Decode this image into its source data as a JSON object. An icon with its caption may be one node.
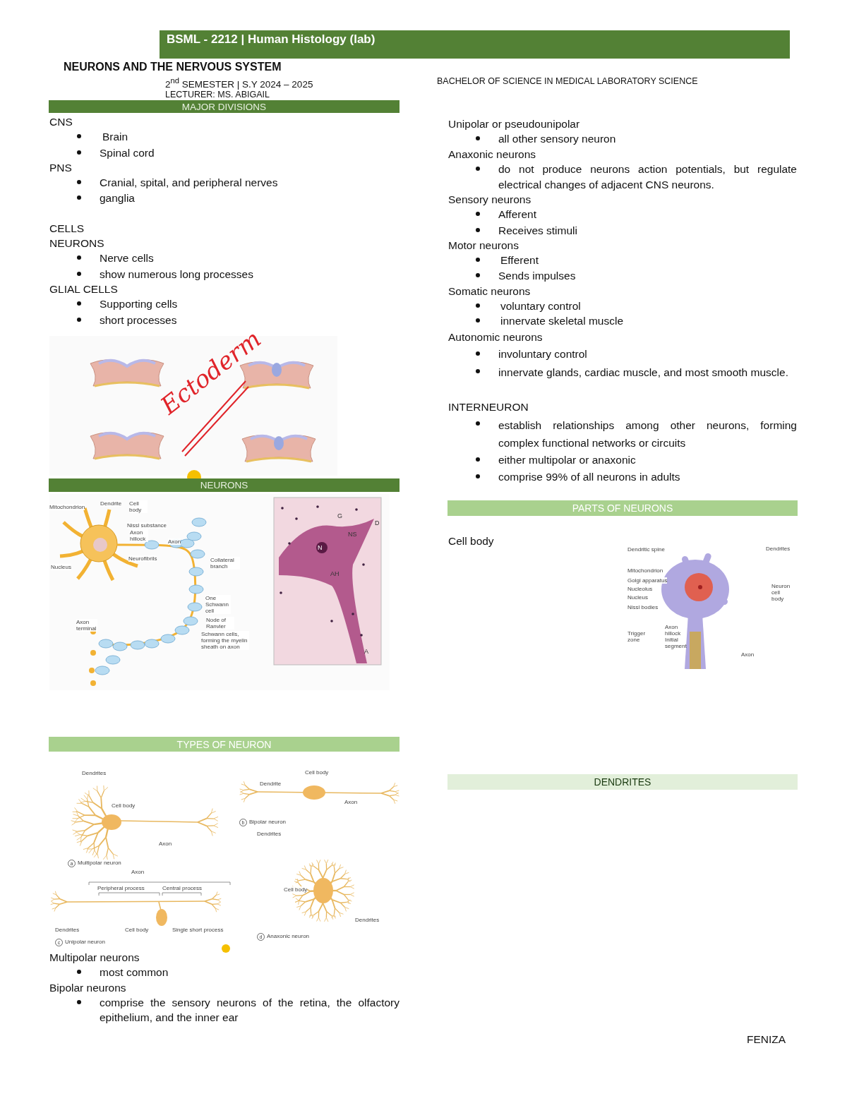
{
  "diagram": {
    "title": "NEURONS AND THE NERVOUS SYSTEM",
    "nodes": [
      {
        "text": [
          "BSML - 2212 | Human Histology  (lab)"
        ]
      },
      {
        "text": [
          "MAJOR DIVISIONS"
        ]
      },
      {
        "text": [
          "NEURONS"
        ]
      },
      {
        "text": [
          "TYPES OF NEURON"
        ]
      },
      {
        "text": [
          "PARTS OF NEURONS"
        ]
      },
      {
        "text": [
          "DENDRITES"
        ]
      }
    ],
    "labels": [
      "2$^{nd}$ SEMESTER | S.Y 2024 – 2025",
      "BACHELOR OF SCIENCE IN MEDICAL LABORATORY SCIENCE",
      "LECTURER: MS. ABIGAIL",
      "CNS",
      "Brain",
      "Spinal cord",
      "PNS",
      "Cranial, spital, and peripheral nerves",
      "ganglia",
      "CELLS",
      "NEURONS",
      "Nerve cells",
      "show numerous long processes",
      "GLIAL CELLS",
      "Supporting cells",
      "short processes",
      "Ectoderm",
      "Mitochondrion",
      "Dendrite",
      "Cell body",
      "Nissl substance",
      "Axon hillock",
      "Axon",
      "Neurofibrils",
      "Nucleus",
      "Collateral branch",
      "One Schwann cell",
      "Node of Ranvier",
      "Schwann cells, forming the myelin sheath on axon",
      "Axon terminal",
      "G",
      "D",
      "NS",
      "N",
      "AH",
      "A",
      "Dendrites",
      "Cell body",
      "Axon",
      "a",
      "Multipolar neuron",
      "Cell body",
      "Dendrite",
      "Axon",
      "b",
      "Bipolar neuron",
      "Dendrites",
      "Cell body",
      "Dendrites",
      "d",
      "Anaxonic neuron",
      "Axon",
      "Peripheral process",
      "Central process",
      "Dendrites",
      "Cell body",
      "Single short process",
      "c",
      "Unipolar neuron",
      "Multipolar neurons",
      "most common",
      "Bipolar neurons",
      "comprise the sensory neurons of the retina, the olfactory epithelium, and the inner ear",
      "Unipolar or pseudounipolar",
      "all other sensory neuron",
      "Anaxonic neurons",
      "do not produce neurons action potentials, but regulate electrical changes of adjacent CNS neurons.",
      "Sensory neurons",
      "Afferent",
      "Receives stimuli",
      "Motor neurons",
      "Efferent",
      "Sends impulses",
      "Somatic neurons",
      "voluntary control",
      "innervate skeletal muscle",
      "Autonomic neurons",
      "involuntary control",
      "innervate glands, cardiac muscle, and most smooth muscle.",
      "INTERNEURON",
      "establish relationships among other neurons, forming complex functional networks or circuits",
      "either multipolar or anaxonic",
      "comprise 99% of all neurons in adults",
      "Cell body",
      "Dendritic spine",
      "Dendrites",
      "Mitochondrion",
      "Golgi apparatus",
      "Nucleolus",
      "Nucleus",
      "Nissl bodies",
      "Neuron cell body",
      "Axon hillock",
      "Trigger zone",
      "Initial segment",
      "Axon",
      "FENIZA"
    ]
  }
}
